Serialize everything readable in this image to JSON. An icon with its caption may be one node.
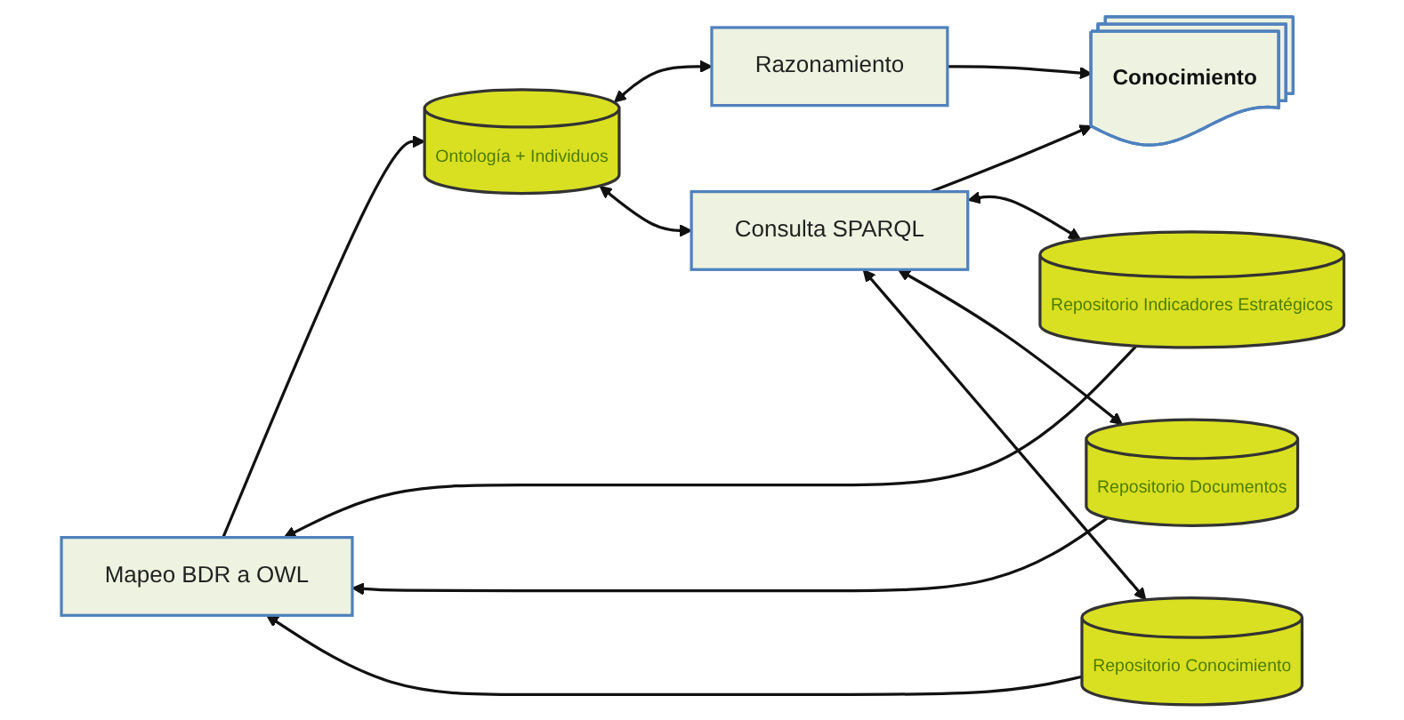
{
  "diagram": {
    "nodes": [
      {
        "text": [
          "Mapeo BDR a OWL"
        ]
      },
      {
        "text": [
          "Ontología + Individuos"
        ]
      },
      {
        "text": [
          "Razonamiento"
        ]
      },
      {
        "text": [
          "Repositorio Indicadores Estratégicos"
        ]
      },
      {
        "text": [
          "Repositorio Documentos"
        ]
      },
      {
        "text": [
          "Repositorio Conocimiento"
        ]
      },
      {
        "text": [
          "Consulta SPARQL"
        ]
      },
      {
        "text": [
          "Conocimiento"
        ]
      }
    ],
    "edges": [
      {
        "from": 3,
        "to": 0,
        "arrow": "to"
      },
      {
        "from": 4,
        "to": 0,
        "arrow": "to"
      },
      {
        "from": 5,
        "to": 0,
        "arrow": "to"
      },
      {
        "from": 0,
        "to": 1,
        "arrow": "to"
      },
      {
        "from": 1,
        "to": 2,
        "arrow": "both"
      },
      {
        "from": 1,
        "to": 6,
        "arrow": "both"
      },
      {
        "from": 2,
        "to": 7,
        "arrow": "to"
      },
      {
        "from": 6,
        "to": 7,
        "arrow": "to"
      },
      {
        "from": 6,
        "to": 3,
        "arrow": "both"
      },
      {
        "from": 6,
        "to": 4,
        "arrow": "both"
      },
      {
        "from": 6,
        "to": 5,
        "arrow": "both"
      }
    ]
  }
}
